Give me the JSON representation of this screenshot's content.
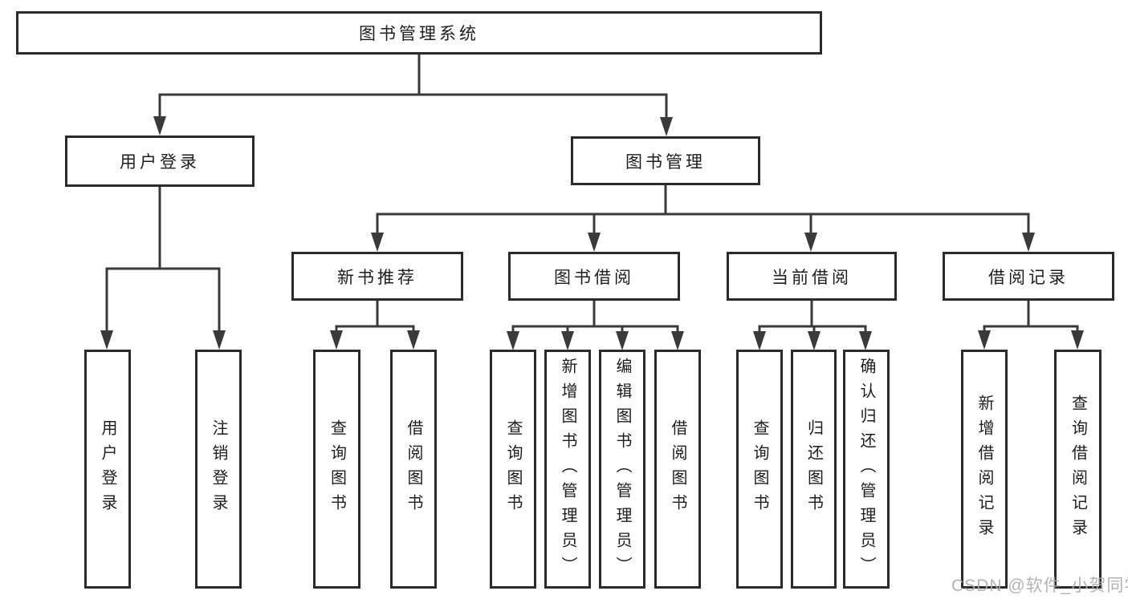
{
  "colors": {
    "background": "#ffffff",
    "box_border": "#2b2b2b",
    "connector_line": "#3a3a3a",
    "text": "#1d1d1d",
    "watermark": "#acacac"
  },
  "diagram": {
    "root": {
      "label": "图书管理系统"
    },
    "level2": [
      {
        "label": "用户登录"
      },
      {
        "label": "图书管理"
      }
    ],
    "level3": [
      {
        "label": "新书推荐"
      },
      {
        "label": "图书借阅"
      },
      {
        "label": "当前借阅"
      },
      {
        "label": "借阅记录"
      }
    ],
    "leaves": {
      "user_login": [
        "用户登录",
        "注销登录"
      ],
      "new_book_recommend": [
        "查询图书",
        "借阅图书"
      ],
      "book_borrow": [
        "查询图书",
        "新增图书（管理员）",
        "编辑图书（管理员）",
        "借阅图书"
      ],
      "current_borrow": [
        "查询图书",
        "归还图书",
        "确认归还（管理员）"
      ],
      "borrow_records": [
        "新增借阅记录",
        "查询借阅记录"
      ]
    }
  },
  "watermark": {
    "text": "CSDN @软件_小贺同学"
  }
}
